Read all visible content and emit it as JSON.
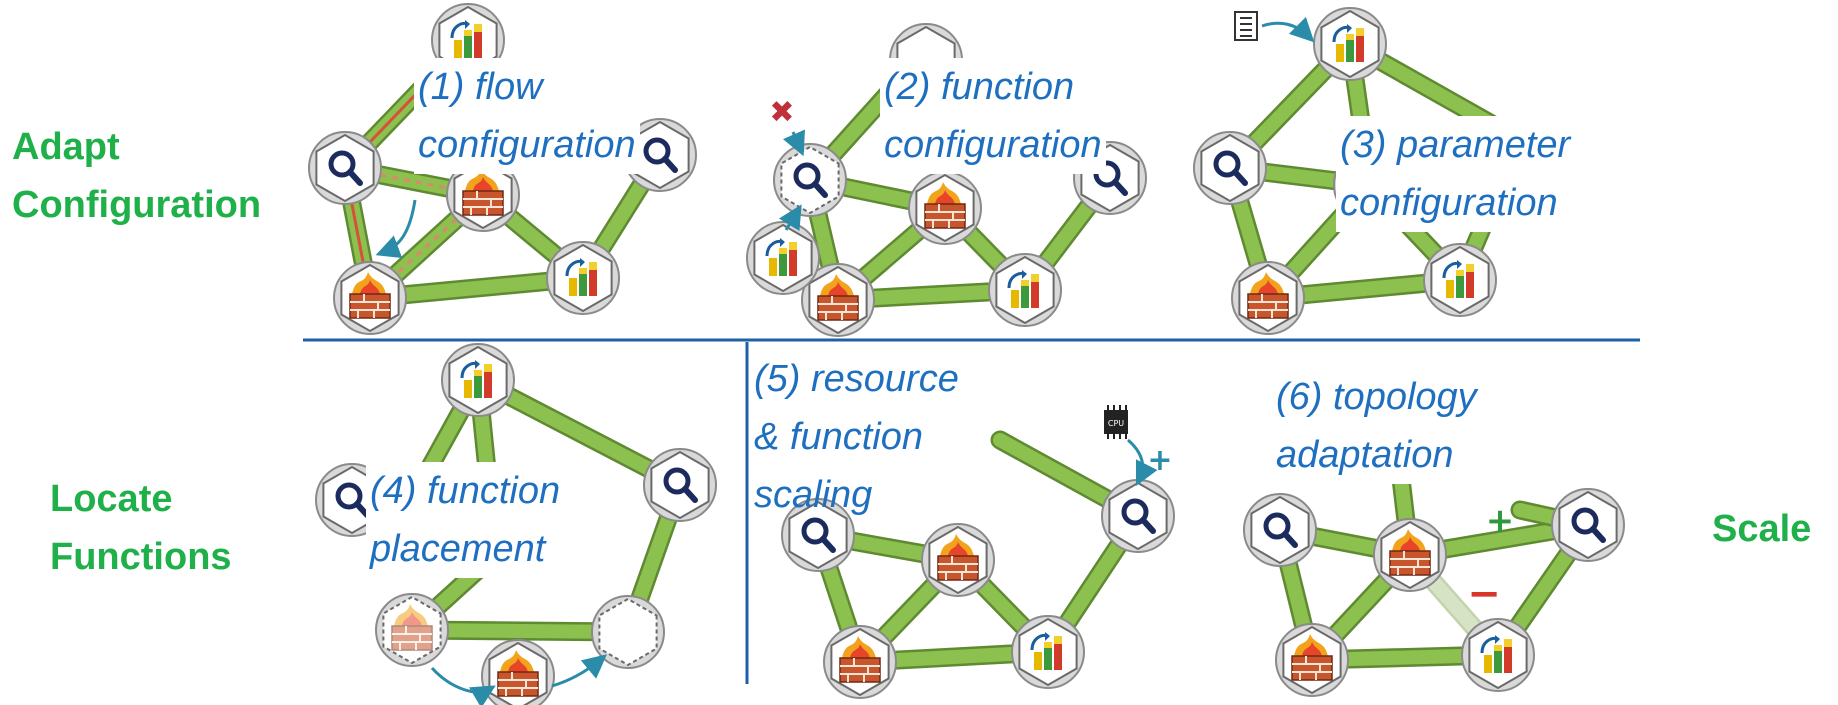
{
  "row_labels": {
    "top": [
      "Adapt",
      "Configuration"
    ],
    "bottom": [
      "Locate",
      "Functions"
    ],
    "right": "Scale"
  },
  "panels": [
    {
      "id": 1,
      "caption": [
        "(1) flow",
        "configuration"
      ]
    },
    {
      "id": 2,
      "caption": [
        "(2) function",
        "configuration"
      ]
    },
    {
      "id": 3,
      "caption": [
        "(3) parameter",
        "configuration"
      ]
    },
    {
      "id": 4,
      "caption": [
        "(4) function",
        "placement"
      ]
    },
    {
      "id": 5,
      "caption": [
        "(5) resource",
        "& function",
        "scaling"
      ]
    },
    {
      "id": 6,
      "caption": [
        "(6) topology",
        "adaptation"
      ]
    }
  ],
  "node_types": [
    "monitor-icon",
    "firewall-icon",
    "loadbalancer-icon",
    "empty-slot"
  ],
  "colors": {
    "link": "#8cc04f",
    "link_outline": "#5f8a32",
    "caption_text": "#1e6fbf",
    "label_text": "#1fb04a",
    "divider": "#1f5fa8",
    "node_ring": "#b9b9b9"
  },
  "annotations": {
    "remove_mark": "✖",
    "add_mark": "+",
    "minus_mark": "−",
    "cpu_chip": "CPU"
  }
}
